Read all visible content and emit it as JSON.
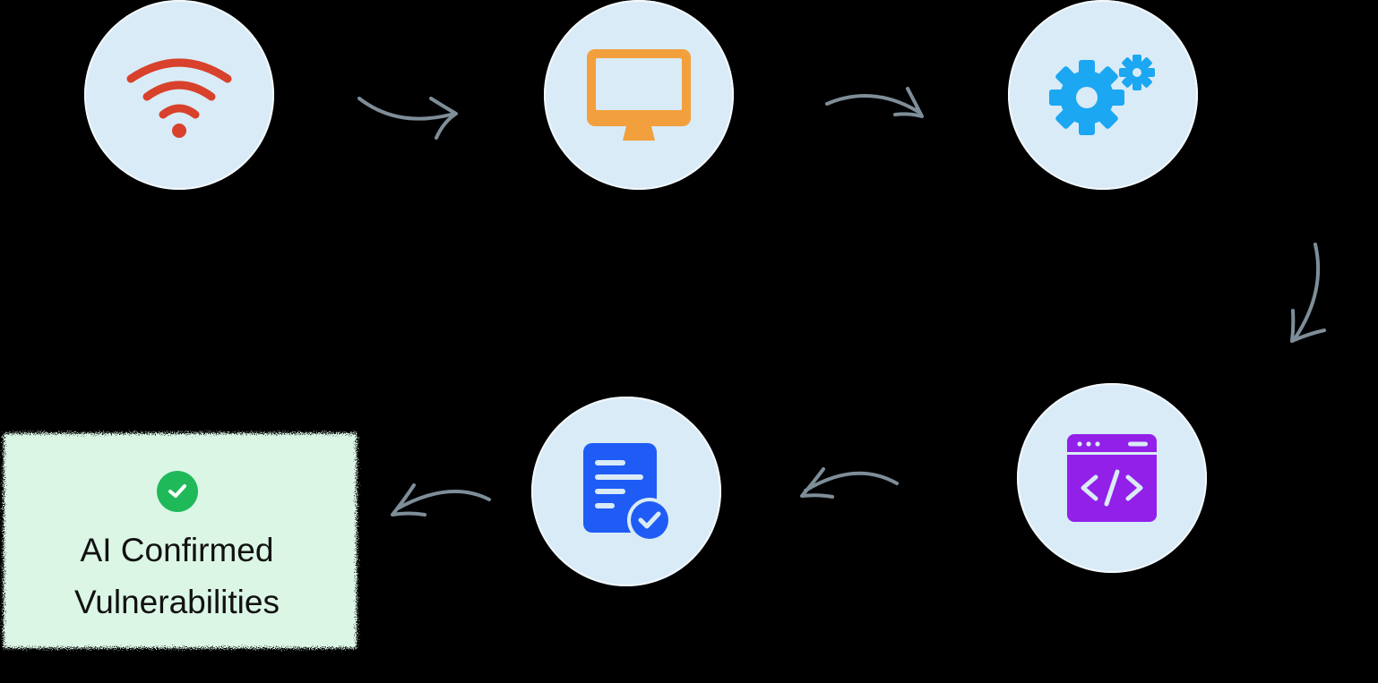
{
  "diagram": {
    "background": "#000000",
    "node_fill": "#d9ebf7",
    "arrow_color": "#7e8e99",
    "nodes": [
      {
        "id": "wifi",
        "icon": "wifi-icon",
        "color": "#d8412b"
      },
      {
        "id": "monitor",
        "icon": "monitor-icon",
        "color": "#f2a03d"
      },
      {
        "id": "gears",
        "icon": "gears-icon",
        "color": "#1ba7f2"
      },
      {
        "id": "code",
        "icon": "code-window-icon",
        "color": "#9220e8"
      },
      {
        "id": "report",
        "icon": "document-check-icon",
        "color": "#1f5cf5"
      }
    ],
    "result": {
      "icon": "check-circle-icon",
      "badge_color": "#1fb95a",
      "box_color": "#dcf6e6",
      "label_line1": "AI Confirmed",
      "label_line2": "Vulnerabilities"
    }
  }
}
